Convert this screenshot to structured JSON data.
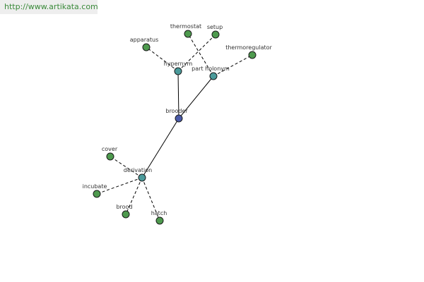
{
  "banner": {
    "url": "http://www.artikata.com"
  },
  "colors": {
    "center": "#4a5aa8",
    "relation": "#4a9a9a",
    "leaf": "#4e9a4e",
    "banner_text": "#3a8a3a"
  },
  "graph": {
    "center": {
      "id": "brooder",
      "label": "brooder"
    },
    "relations": [
      {
        "id": "hypernym",
        "label": "hypernym",
        "leaves": [
          {
            "id": "apparatus",
            "label": "apparatus"
          },
          {
            "id": "setup",
            "label": "setup"
          }
        ]
      },
      {
        "id": "part-holonym",
        "label": "part holonym",
        "leaves": [
          {
            "id": "thermostat",
            "label": "thermostat"
          },
          {
            "id": "thermoregulator",
            "label": "thermoregulator"
          }
        ]
      },
      {
        "id": "derivation",
        "label": "derivation",
        "leaves": [
          {
            "id": "cover",
            "label": "cover"
          },
          {
            "id": "incubate",
            "label": "incubate"
          },
          {
            "id": "brood",
            "label": "brood"
          },
          {
            "id": "hatch",
            "label": "hatch"
          }
        ]
      }
    ]
  }
}
